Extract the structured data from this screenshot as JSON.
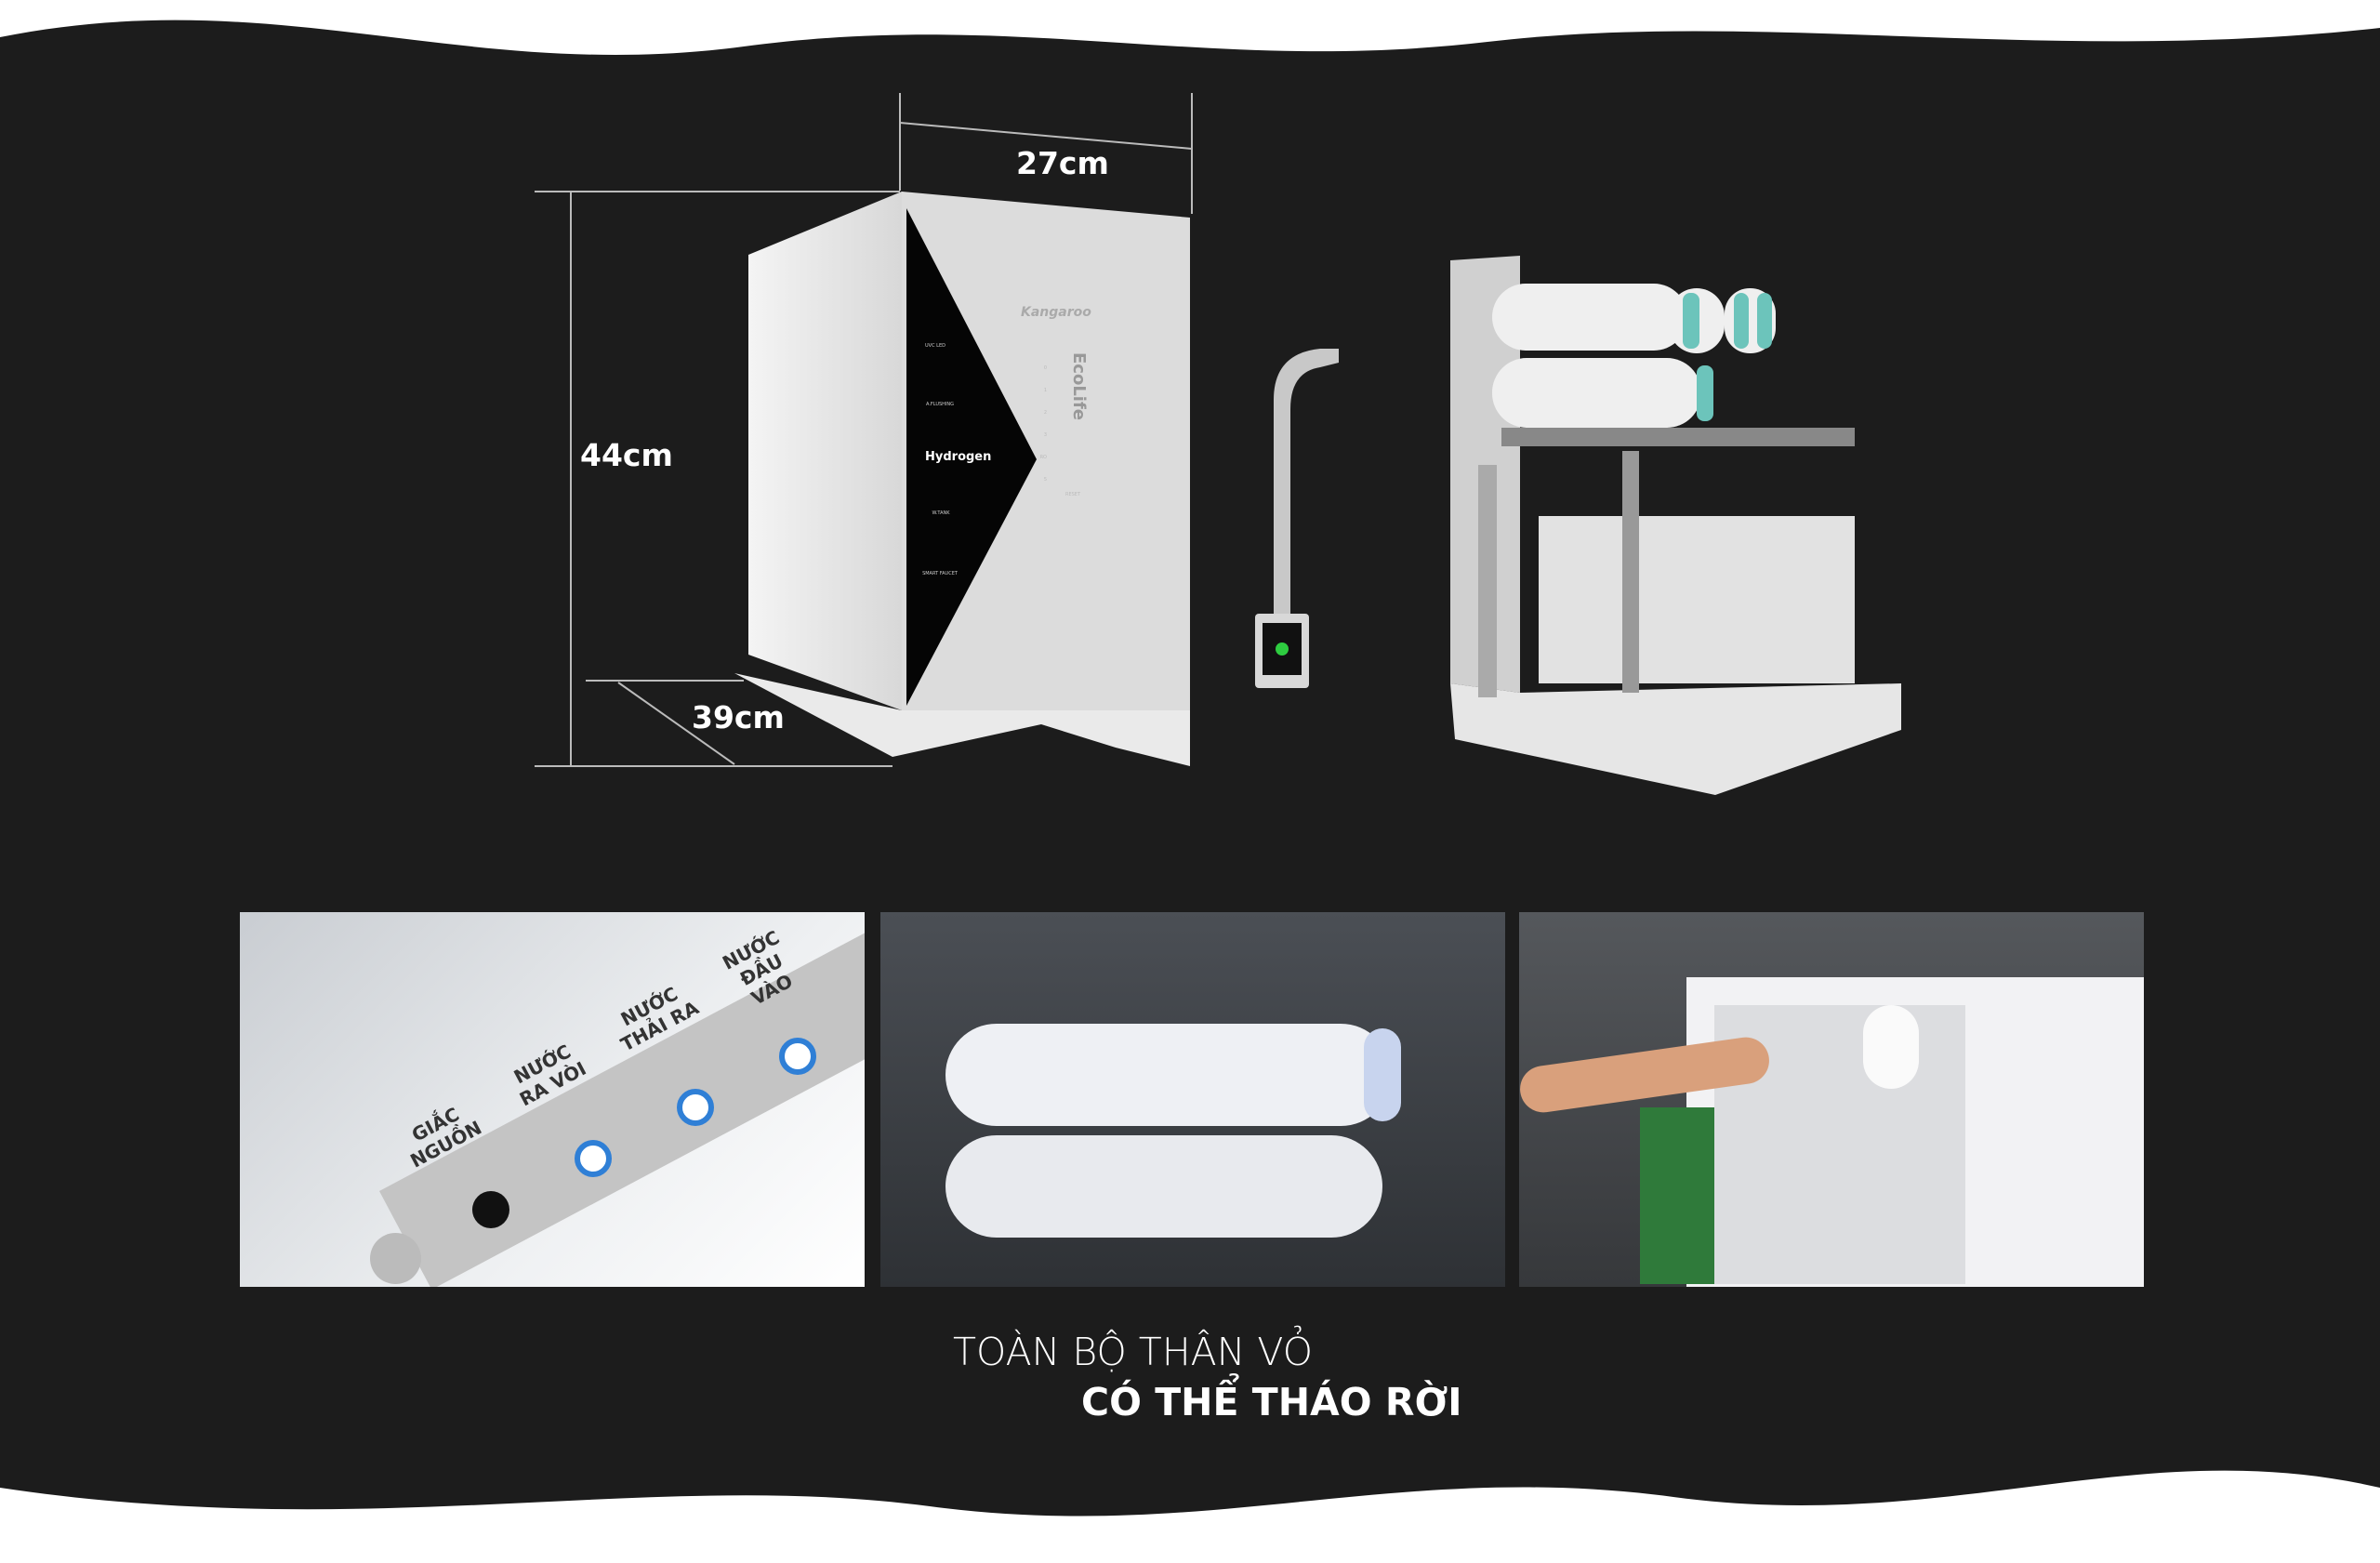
{
  "dimensions": {
    "width": "27cm",
    "height": "44cm",
    "depth": "39cm"
  },
  "product": {
    "brand": "Kangaroo",
    "series": "EcoLife",
    "hydrogen_label": "Hydrogen",
    "panel_icons": [
      "UVC LED",
      "A.FLUSHING",
      "W.TANK",
      "SMART FAUCET"
    ],
    "filter_indicators": [
      "0",
      "1",
      "2",
      "3",
      "RO",
      "5"
    ],
    "reset_label": "RESET"
  },
  "photo1_labels": [
    "GIẮC NGUỒN",
    "NƯỚC RA VÒI",
    "NƯỚC THẢI RA",
    "NƯỚC ĐẦU VÀO"
  ],
  "caption": {
    "line1": "TOÀN BỘ THÂN VỎ",
    "line2": "CÓ THỂ THÁO RỜI"
  },
  "colors": {
    "background": "#1c1c1c",
    "accent_teal": "#6cc4bb",
    "fitting_blue": "#2f7fd6"
  }
}
